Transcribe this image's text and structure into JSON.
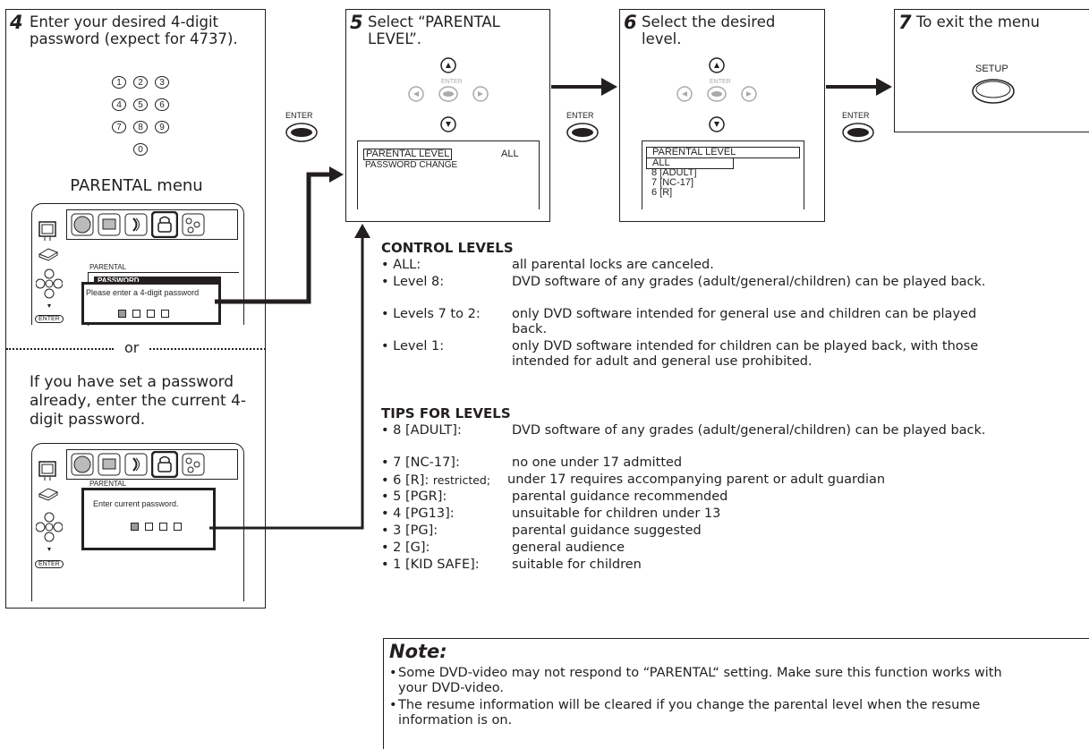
{
  "step4": {
    "number": "4",
    "text": "Enter your desired 4-digit password (expect for 4737).",
    "keys": [
      "1",
      "2",
      "3",
      "4",
      "5",
      "6",
      "7",
      "8",
      "9",
      "0"
    ],
    "parental_menu_label": "PARENTAL menu",
    "menu1": {
      "tab": "PARENTAL",
      "title": "PASSWORD",
      "prompt": "Please enter a 4-digit password"
    },
    "or_label": "or",
    "already_text": "If you have set a password already, enter the current 4-digit password.",
    "menu2": {
      "tab": "PARENTAL",
      "prompt": "Enter current password."
    },
    "enter_small": "ENTER"
  },
  "step5": {
    "number": "5",
    "text": "Select “PARENTAL LEVEL”.",
    "enter_label": "ENTER",
    "screen": {
      "row1": "PARENTAL LEVEL",
      "row1_value": "ALL",
      "row2": "PASSWORD CHANGE"
    }
  },
  "step6": {
    "number": "6",
    "text": "Select the desired level.",
    "enter_label": "ENTER",
    "screen": [
      "PARENTAL LEVEL",
      "ALL",
      "8 [ADULT]",
      "7 [NC-17]",
      "6 [R]"
    ]
  },
  "step7": {
    "number": "7",
    "text": "To exit the menu",
    "setup_label": "SETUP"
  },
  "enter_buttons": [
    "ENTER",
    "ENTER",
    "ENTER"
  ],
  "control_levels": {
    "heading": "CONTROL LEVELS",
    "items": [
      {
        "key": "• ALL:",
        "desc": "all parental locks are canceled."
      },
      {
        "key": "• Level 8:",
        "desc": "DVD software of any grades (adult/general/children) can be played back."
      },
      {
        "key": "• Levels 7 to 2:",
        "desc": "only DVD software intended for general use and children can be played back."
      },
      {
        "key": "• Level 1:",
        "desc": "only DVD software intended for children can be played back, with those intended for adult and general use prohibited."
      }
    ]
  },
  "tips": {
    "heading": "TIPS FOR LEVELS",
    "items": [
      {
        "key": "• 8 [ADULT]:",
        "desc": "DVD software of any grades (adult/general/children) can be played back."
      },
      {
        "key": "• 7 [NC-17]:",
        "desc": "no one under 17 admitted"
      },
      {
        "key": "• 6 [R]:",
        "key_extra": "restricted;",
        "desc": "under 17 requires accompanying parent or adult guardian"
      },
      {
        "key": "• 5 [PGR]:",
        "desc": "parental guidance recommended"
      },
      {
        "key": "• 4 [PG13]:",
        "desc": "unsuitable for children under 13"
      },
      {
        "key": "• 3 [PG]:",
        "desc": "parental guidance suggested"
      },
      {
        "key": "• 2 [G]:",
        "desc": "general audience"
      },
      {
        "key": "• 1 [KID SAFE]:",
        "desc": "suitable for children"
      }
    ]
  },
  "note": {
    "heading": "Note:",
    "items": [
      "Some DVD-video may not respond to “PARENTAL“ setting. Make sure this function works with your DVD-video.",
      "The resume information will be cleared if you change the parental level when the resume information is on."
    ]
  }
}
